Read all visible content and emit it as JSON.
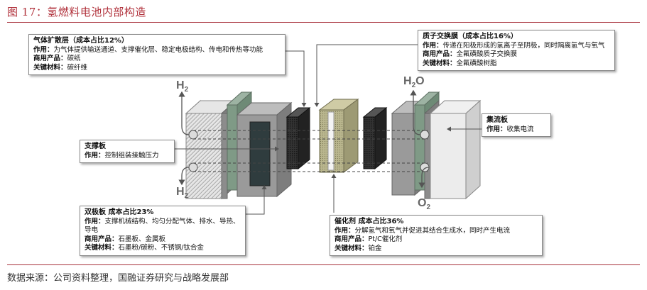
{
  "figure": {
    "title": "图 17：氢燃料电池内部构造",
    "source": "数据来源：公司资料整理，国融证券研究与战略发展部"
  },
  "components": {
    "gdl": {
      "heading": "气体扩散层（成本占比12%）",
      "role_label": "作用：",
      "role": "为气体提供输送通道、支撑催化层、稳定电极结构、传电和传热等功能",
      "products_label": "商用产品：",
      "products": "碳纸",
      "materials_label": "关键材料：",
      "materials": "碳纤维"
    },
    "pem": {
      "heading": "质子交换膜（成本占比16%）",
      "role_label": "作用：",
      "role": "传递在阳极形成的氢离子至阴极，同时隔离氢气与氧气",
      "products_label": "商用产品：",
      "products": "全氟磺酸质子交换膜",
      "materials_label": "关键材料：",
      "materials": "全氟磺酸树脂"
    },
    "support": {
      "heading": "支撑板",
      "role_label": "作用：",
      "role": "控制组装接触压力"
    },
    "collector": {
      "heading": "集流板",
      "role_label": "作用：",
      "role": "收集电流"
    },
    "bipolar": {
      "heading": "双极板 成本占比23%",
      "role_label": "作用：",
      "role": "支撑机械结构、均匀分配气体、排水、导热、导电",
      "products_label": "商用产品：",
      "products": "石墨板、金属板",
      "materials_label": "关键材料：",
      "materials": "石墨粉/碳粉、不锈钢/钛合金"
    },
    "catalyst": {
      "heading": "催化剂 成本占比36%",
      "role_label": "作用：",
      "role": "分解氢气和氧气并促进其结合生成水，同时产生电流",
      "products_label": "商用产品：",
      "products": "Pt/C催化剂",
      "materials_label": "关键材料：",
      "materials": "铂金"
    }
  },
  "gases": {
    "h2": "H",
    "h2_sub": "2",
    "h2o_a": "H",
    "h2o_sub": "2",
    "h2o_b": "O",
    "o2": "O",
    "o2_sub": "2"
  },
  "colors": {
    "title": "#b0303a",
    "rule": "#a8313b",
    "plate_gray": "#9a9a9a",
    "gdl_green": "#7f9a86",
    "carbon": "#2f2f2f",
    "membrane_olive": "#b7b38a"
  }
}
